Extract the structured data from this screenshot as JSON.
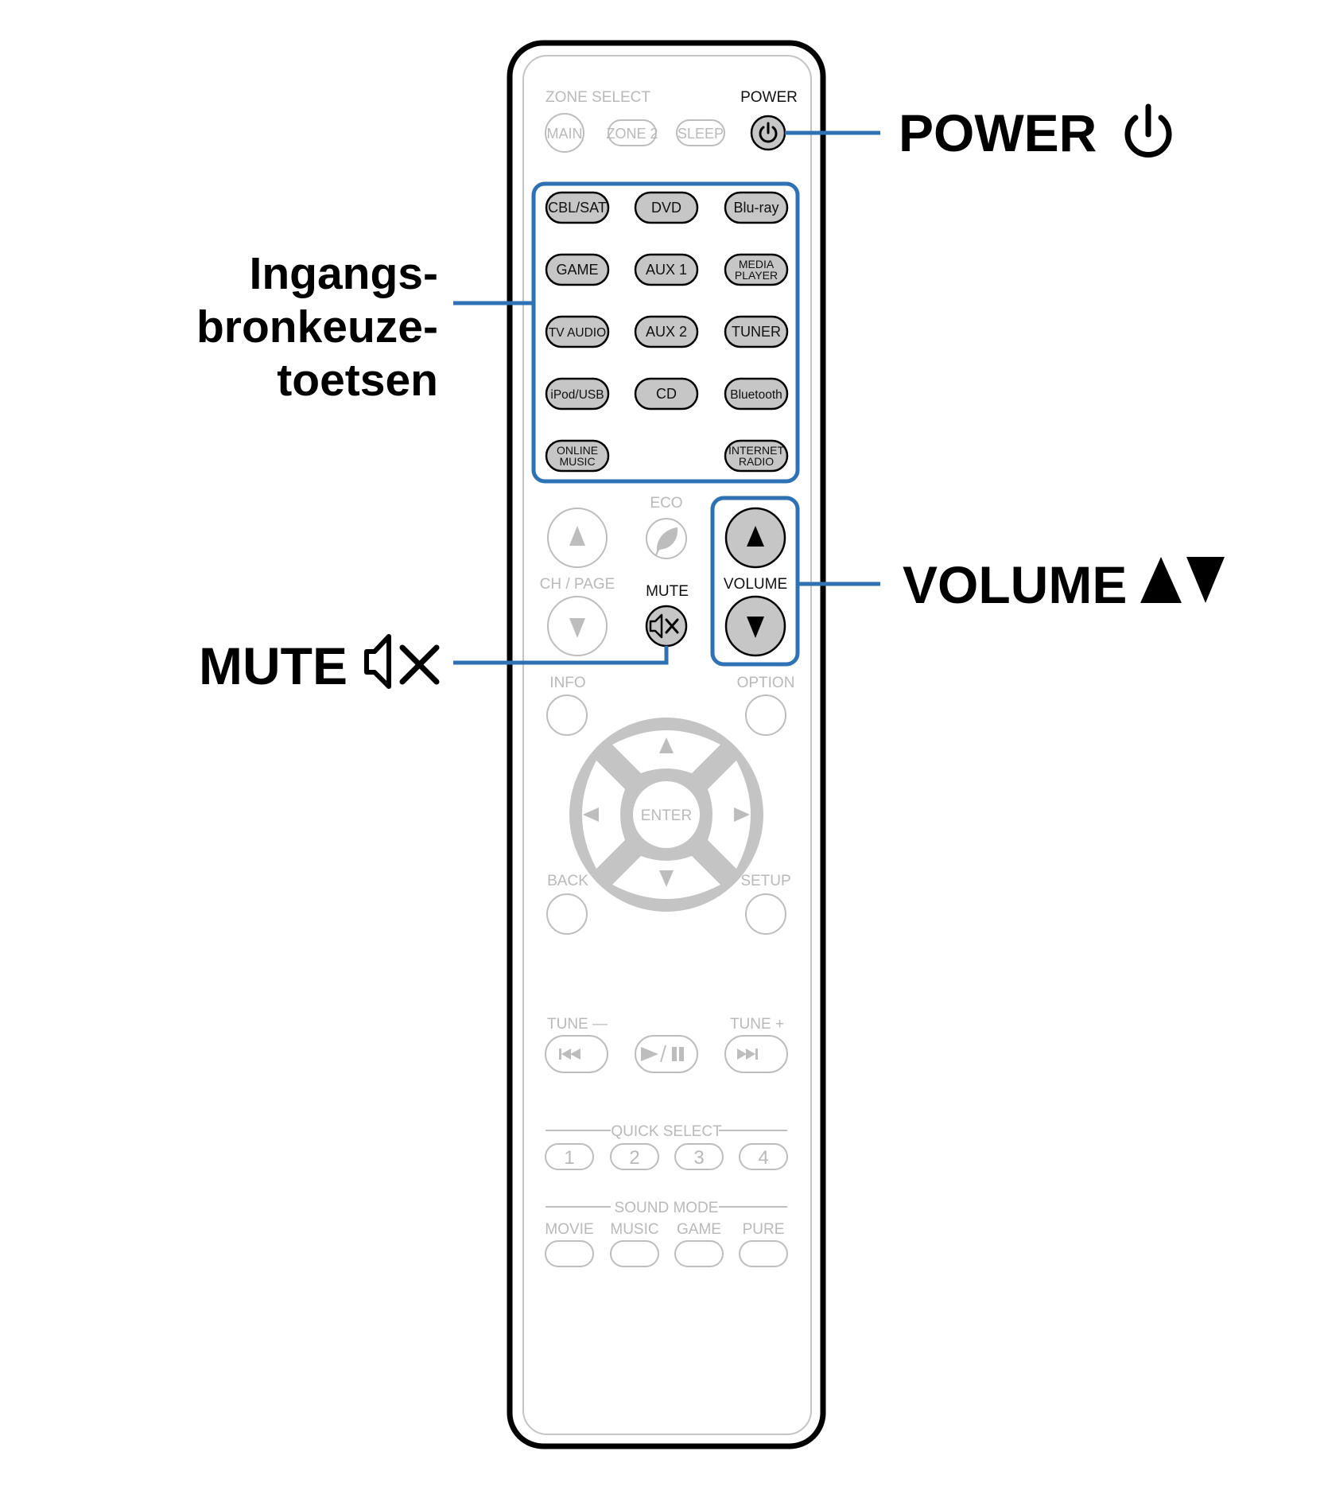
{
  "callouts": {
    "power": "POWER",
    "input_line1": "Ingangs-",
    "input_line2": "bronkeuze-",
    "input_line3": "toetsen",
    "mute": "MUTE",
    "volume": "VOLUME"
  },
  "remote": {
    "zone_select_label": "ZONE SELECT",
    "zone_buttons": [
      "MAIN",
      "ZONE 2",
      "SLEEP"
    ],
    "power_label": "POWER",
    "input_buttons": [
      [
        "CBL/SAT",
        "DVD",
        "Blu-ray"
      ],
      [
        "GAME",
        "AUX 1",
        "MEDIA|PLAYER"
      ],
      [
        "TV AUDIO",
        "AUX 2",
        "TUNER"
      ],
      [
        "iPod/USB",
        "CD",
        "Bluetooth"
      ],
      [
        "ONLINE|MUSIC",
        "",
        "INTERNET|RADIO"
      ]
    ],
    "eco_label": "ECO",
    "ch_page_label": "CH / PAGE",
    "mute_label": "MUTE",
    "volume_label": "VOLUME",
    "info_label": "INFO",
    "option_label": "OPTION",
    "enter_label": "ENTER",
    "back_label": "BACK",
    "setup_label": "SETUP",
    "tune_minus_label": "TUNE —",
    "tune_plus_label": "TUNE +",
    "quick_select_label": "QUICK SELECT",
    "quick_select_buttons": [
      "1",
      "2",
      "3",
      "4"
    ],
    "sound_mode_label": "SOUND MODE",
    "sound_mode_buttons": [
      "MOVIE",
      "MUSIC",
      "GAME",
      "PURE"
    ]
  },
  "colors": {
    "highlight_blue": "#2f72b4",
    "button_gray": "#c6c6c6",
    "inactive_gray": "#bdbdbd"
  }
}
